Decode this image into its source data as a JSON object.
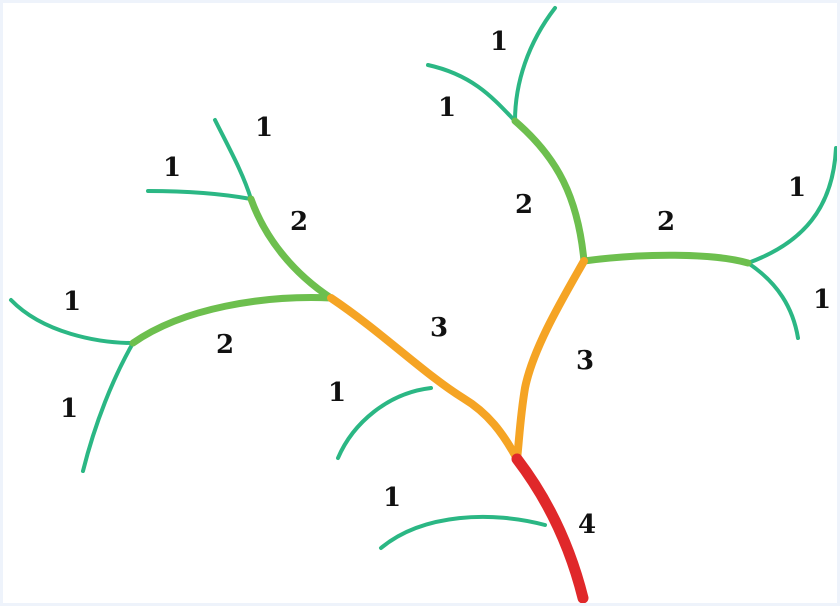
{
  "colors": {
    "order_1": "#2bb784",
    "order_2": "#6dbf4e",
    "order_3": "#f5a424",
    "order_4": "#e0282a"
  },
  "labels": {
    "l1_top_a": "1",
    "l1_top_b": "1",
    "l1_left_a": "1",
    "l1_left_b": "1",
    "l1_far_left_a": "1",
    "l1_far_left_b": "1",
    "l1_right_a": "1",
    "l1_right_b": "1",
    "l1_mid": "1",
    "l1_bottom": "1",
    "l2_left_upper": "2",
    "l2_left_lower": "2",
    "l2_top": "2",
    "l2_right": "2",
    "l3_left": "3",
    "l3_right": "3",
    "l4_trunk": "4"
  }
}
